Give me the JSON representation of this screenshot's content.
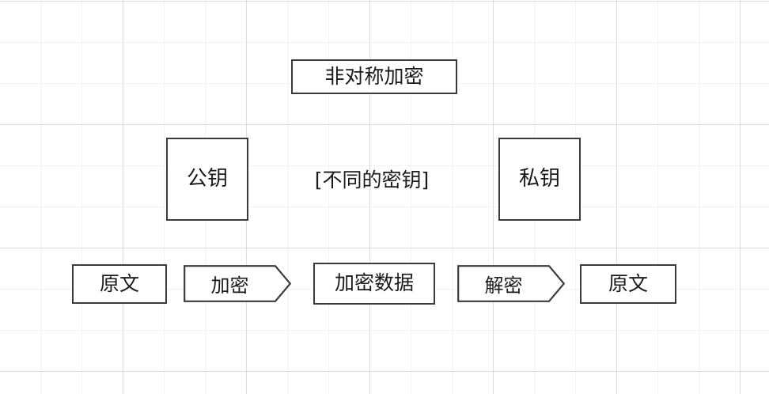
{
  "diagram": {
    "title": "非对称加密",
    "keys": {
      "public_key": "公钥",
      "private_key": "私钥",
      "note": "[不同的密钥]"
    },
    "flow": {
      "plaintext_input": "原文",
      "encrypt": "加密",
      "ciphertext": "加密数据",
      "decrypt": "解密",
      "plaintext_output": "原文"
    }
  },
  "style": {
    "stroke_color": "#3b3b3b",
    "text_color": "#1a1a1a",
    "canvas_background": "#ffffff",
    "grid_line_color": "#c8c8d0"
  }
}
